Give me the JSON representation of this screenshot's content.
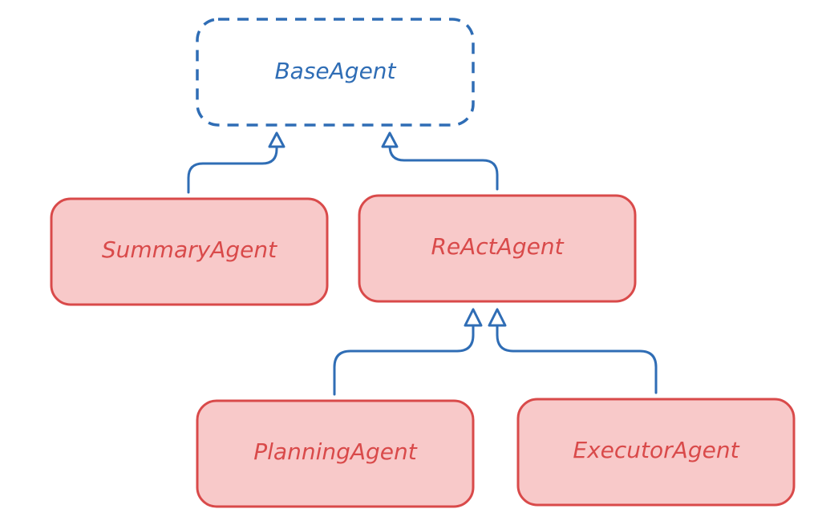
{
  "colors": {
    "blue_stroke": "#2f6db5",
    "blue_text": "#2f6db5",
    "red_stroke": "#d94a4a",
    "red_fill": "#f8c9c9",
    "red_text": "#d94a4a",
    "background": "#ffffff"
  },
  "nodes": {
    "base_agent": {
      "label": "BaseAgent",
      "style": "abstract-dashed"
    },
    "summary_agent": {
      "label": "SummaryAgent",
      "style": "concrete"
    },
    "react_agent": {
      "label": "ReActAgent",
      "style": "concrete"
    },
    "planning_agent": {
      "label": "PlanningAgent",
      "style": "concrete"
    },
    "executor_agent": {
      "label": "ExecutorAgent",
      "style": "concrete"
    }
  },
  "edges": [
    {
      "from": "summary_agent",
      "to": "base_agent",
      "type": "inheritance"
    },
    {
      "from": "react_agent",
      "to": "base_agent",
      "type": "inheritance"
    },
    {
      "from": "planning_agent",
      "to": "react_agent",
      "type": "inheritance"
    },
    {
      "from": "executor_agent",
      "to": "react_agent",
      "type": "inheritance"
    }
  ]
}
